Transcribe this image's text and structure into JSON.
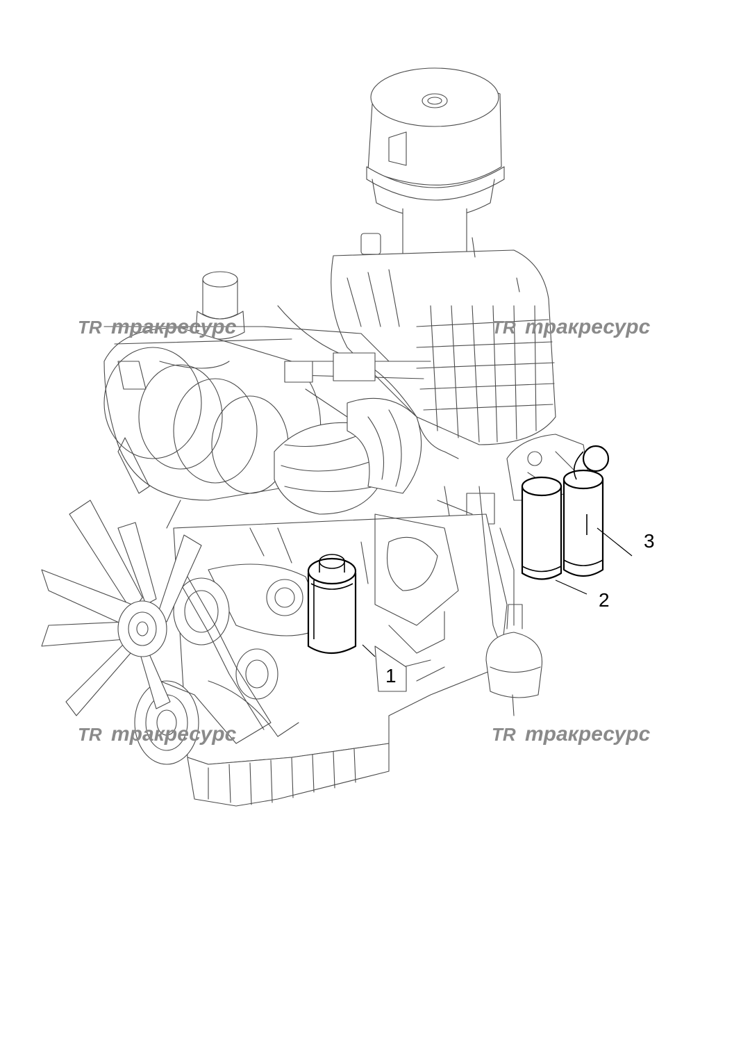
{
  "watermark": {
    "logo": "TR",
    "text": "тракресурс",
    "color": "#8a8a8a"
  },
  "callouts": [
    {
      "label": "1"
    },
    {
      "label": "2"
    },
    {
      "label": "3"
    }
  ]
}
